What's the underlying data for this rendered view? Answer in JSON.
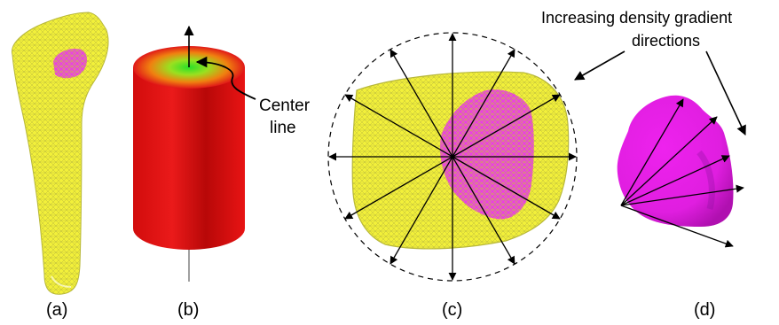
{
  "annotations": {
    "center_line_1": "Center",
    "center_line_2": "line",
    "gradient_1": "Increasing density gradient",
    "gradient_2": "directions"
  },
  "panels": {
    "a": "(a)",
    "b": "(b)",
    "c": "(c)",
    "d": "(d)"
  },
  "colors": {
    "mesh_yellow": "#f2f03a",
    "mesh_line": "#9a9a30",
    "magenta": "#e61ee6",
    "cylinder_red": "#e01010",
    "cylinder_green": "#30e030"
  }
}
